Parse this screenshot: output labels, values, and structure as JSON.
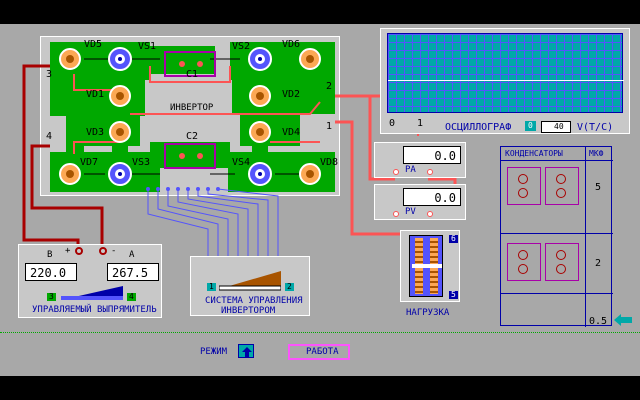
{
  "inverter": {
    "title": "ИНВЕРТОР",
    "diodes": [
      "VD5",
      "VD6",
      "VD1",
      "VD2",
      "VD3",
      "VD4",
      "VD7",
      "VD8"
    ],
    "thyristors": [
      "VS1",
      "VS2",
      "VS3",
      "VS4"
    ],
    "capacitors": [
      "C1",
      "C2"
    ],
    "nodes": [
      "1",
      "2",
      "3",
      "4"
    ]
  },
  "oscilloscope": {
    "title": "ОСЦИЛЛОГРАФ",
    "channel_left": "0",
    "channel_right": "1",
    "marker": "0",
    "time_value": "40",
    "time_unit": "V(T/C)"
  },
  "meters": {
    "current": {
      "value": "0.0",
      "unit": "PA"
    },
    "voltage": {
      "value": "0.0",
      "unit": "PV"
    }
  },
  "rectifier": {
    "volt_label": "B",
    "amp_label": "A",
    "plus": "+",
    "minus": "-",
    "volt_value": "220.0",
    "amp_value": "267.5",
    "slider_left": "3",
    "slider_right": "4",
    "title": "УПРАВЛЯЕМЫЙ ВЫПРЯМИТЕЛЬ"
  },
  "control": {
    "slider_left": "1",
    "slider_right": "2",
    "title_line1": "СИСТЕМА УПРАВЛЕНИЯ",
    "title_line2": "ИНВЕРТОРОМ"
  },
  "load": {
    "label": "НАГРУЗКА",
    "top_pin": "6",
    "bottom_pin": "5"
  },
  "capacitors_panel": {
    "header_left": "КОНДЕНСАТОРЫ",
    "header_right": "МКФ",
    "values": [
      "5",
      "2",
      "0.5"
    ]
  },
  "mode": {
    "label": "РЕЖИМ",
    "value": "РАБОТА"
  },
  "colors": {
    "background": "#a8a8a8",
    "board_green": "#00a800",
    "wire_dark_red": "#a80000",
    "wire_pink": "#fc5454",
    "wire_blue": "#5454fc",
    "scope_screen": "#00a8a8",
    "mode_accent": "#fc54fc"
  }
}
